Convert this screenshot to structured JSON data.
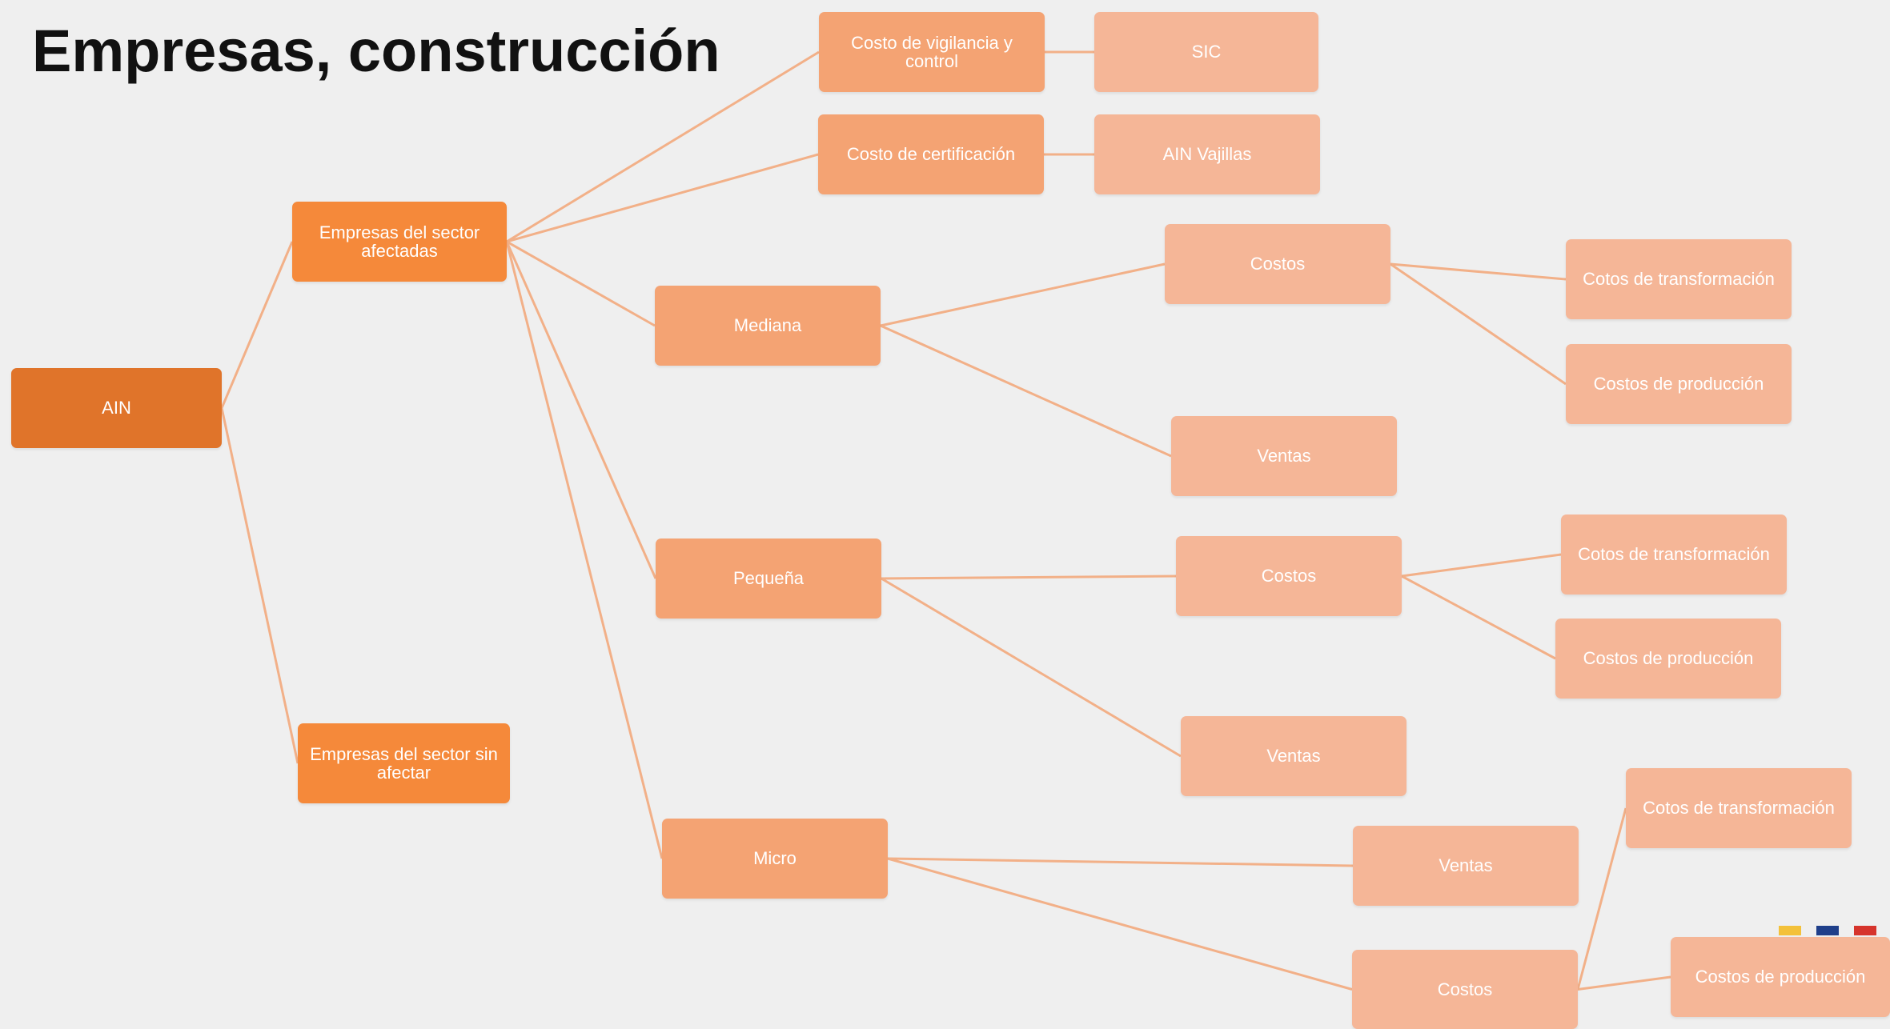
{
  "title": "Empresas, construcción",
  "colors": {
    "background": "#efefef",
    "root": "#e0742a",
    "level1": "#f5893a",
    "level2": "#f4a373",
    "level3": "#f5b697",
    "connector": "#f2b088"
  },
  "nodes": [
    {
      "id": "ain",
      "label": "AIN",
      "level": 0
    },
    {
      "id": "afectadas",
      "label": "Empresas del sector afectadas",
      "level": 1
    },
    {
      "id": "sin-afectar",
      "label": "Empresas del sector sin afectar",
      "level": 1
    },
    {
      "id": "vigilancia",
      "label": "Costo de vigilancia y control",
      "level": 2
    },
    {
      "id": "certificacion",
      "label": "Costo de certificación",
      "level": 2
    },
    {
      "id": "mediana",
      "label": "Mediana",
      "level": 2
    },
    {
      "id": "pequena",
      "label": "Pequeña",
      "level": 2
    },
    {
      "id": "micro",
      "label": "Micro",
      "level": 2
    },
    {
      "id": "sic",
      "label": "SIC",
      "level": 3
    },
    {
      "id": "ain-vajillas",
      "label": "AIN Vajillas",
      "level": 3
    },
    {
      "id": "mediana-costos",
      "label": "Costos",
      "level": 3
    },
    {
      "id": "mediana-ventas",
      "label": "Ventas",
      "level": 3
    },
    {
      "id": "mediana-transformacion",
      "label": "Cotos de transformación",
      "level": 3
    },
    {
      "id": "mediana-produccion",
      "label": "Costos de producción",
      "level": 3
    },
    {
      "id": "pequena-costos",
      "label": "Costos",
      "level": 3
    },
    {
      "id": "pequena-ventas",
      "label": "Ventas",
      "level": 3
    },
    {
      "id": "pequena-transformacion",
      "label": "Cotos de transformación",
      "level": 3
    },
    {
      "id": "pequena-produccion",
      "label": "Costos de producción",
      "level": 3
    },
    {
      "id": "micro-ventas",
      "label": "Ventas",
      "level": 3
    },
    {
      "id": "micro-costos",
      "label": "Costos",
      "level": 3
    },
    {
      "id": "micro-transformacion",
      "label": "Cotos de transformación",
      "level": 3
    },
    {
      "id": "micro-produccion",
      "label": "Costos de producción",
      "level": 3
    }
  ],
  "edges": [
    [
      "ain",
      "afectadas"
    ],
    [
      "ain",
      "sin-afectar"
    ],
    [
      "afectadas",
      "vigilancia"
    ],
    [
      "afectadas",
      "certificacion"
    ],
    [
      "afectadas",
      "mediana"
    ],
    [
      "afectadas",
      "pequena"
    ],
    [
      "afectadas",
      "micro"
    ],
    [
      "vigilancia",
      "sic"
    ],
    [
      "certificacion",
      "ain-vajillas"
    ],
    [
      "mediana",
      "mediana-costos"
    ],
    [
      "mediana",
      "mediana-ventas"
    ],
    [
      "mediana-costos",
      "mediana-transformacion"
    ],
    [
      "mediana-costos",
      "mediana-produccion"
    ],
    [
      "pequena",
      "pequena-costos"
    ],
    [
      "pequena",
      "pequena-ventas"
    ],
    [
      "pequena-costos",
      "pequena-transformacion"
    ],
    [
      "pequena-costos",
      "pequena-produccion"
    ],
    [
      "micro",
      "micro-ventas"
    ],
    [
      "micro",
      "micro-costos"
    ],
    [
      "micro-costos",
      "micro-transformacion"
    ],
    [
      "micro-costos",
      "micro-produccion"
    ]
  ],
  "logo": {
    "bar_colors": [
      "#f3c13a",
      "#1f3f8a",
      "#d6342c"
    ]
  }
}
